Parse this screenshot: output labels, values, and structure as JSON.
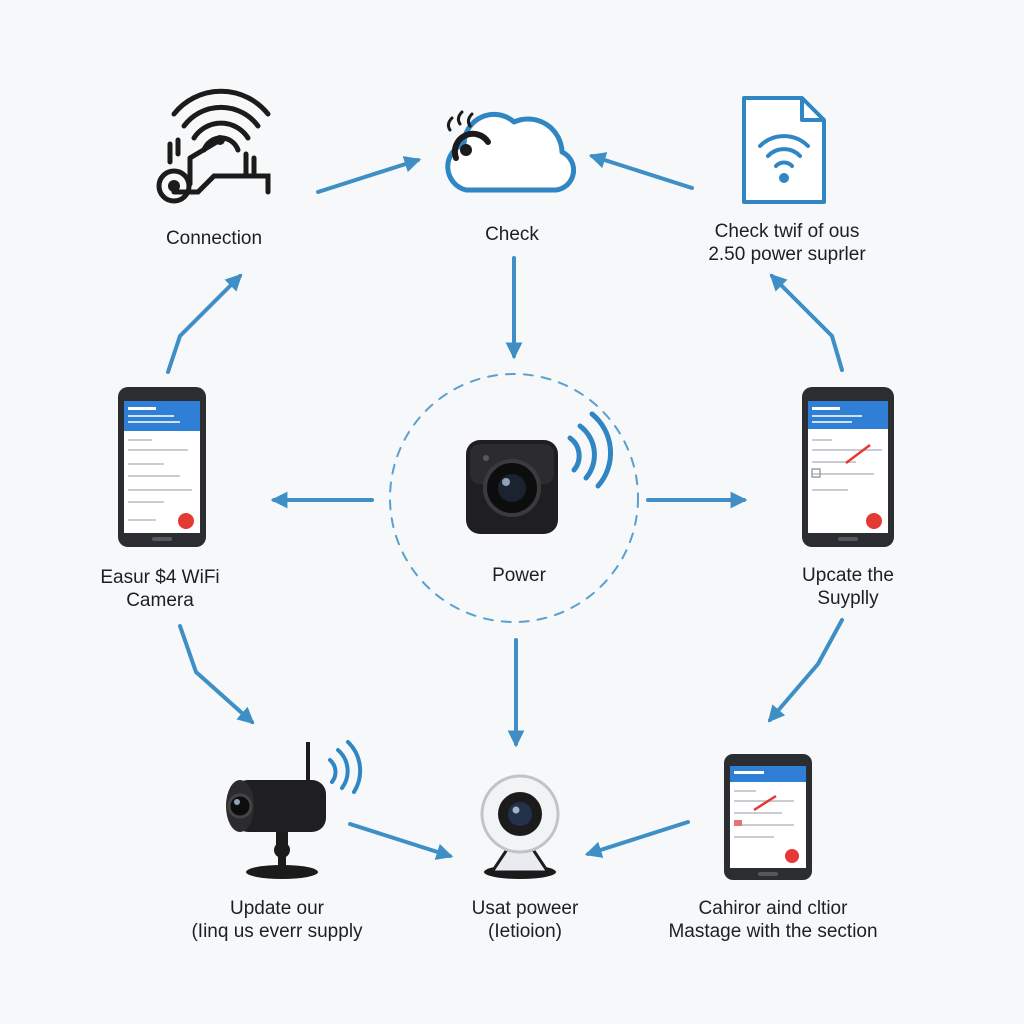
{
  "colors": {
    "arrow": "#3d8fc6",
    "icon_dark": "#1b1b1b",
    "icon_blue": "#2f86c3",
    "phone_header": "#2f7fd6",
    "phone_fab": "#e53935"
  },
  "nodes": {
    "connection": {
      "icon": "wifi-router-icon",
      "lines": [
        "Connection"
      ]
    },
    "check": {
      "icon": "cloud-icon",
      "lines": [
        "Check"
      ]
    },
    "check_power": {
      "icon": "document-wifi-icon",
      "lines": [
        "Check twif of ous",
        "2.50 power suprler"
      ]
    },
    "left_phone": {
      "icon": "smartphone-app-icon",
      "lines": [
        "Easur $4 WiFi",
        "Camera"
      ]
    },
    "power": {
      "icon": "camera-cube-icon",
      "lines": [
        "Power"
      ]
    },
    "right_phone": {
      "icon": "smartphone-app-icon",
      "lines": [
        "Upcate the",
        "Suyplly"
      ]
    },
    "update_supply": {
      "icon": "outdoor-camera-icon",
      "lines": [
        "Update our",
        "(Iinq us everr supply"
      ]
    },
    "usat_power": {
      "icon": "webcam-icon",
      "lines": [
        "Usat poweer",
        "(Ietioion)"
      ]
    },
    "message": {
      "icon": "smartphone-app-icon",
      "lines": [
        "Cahiror aind cltior",
        "Mastage with the section"
      ]
    }
  }
}
